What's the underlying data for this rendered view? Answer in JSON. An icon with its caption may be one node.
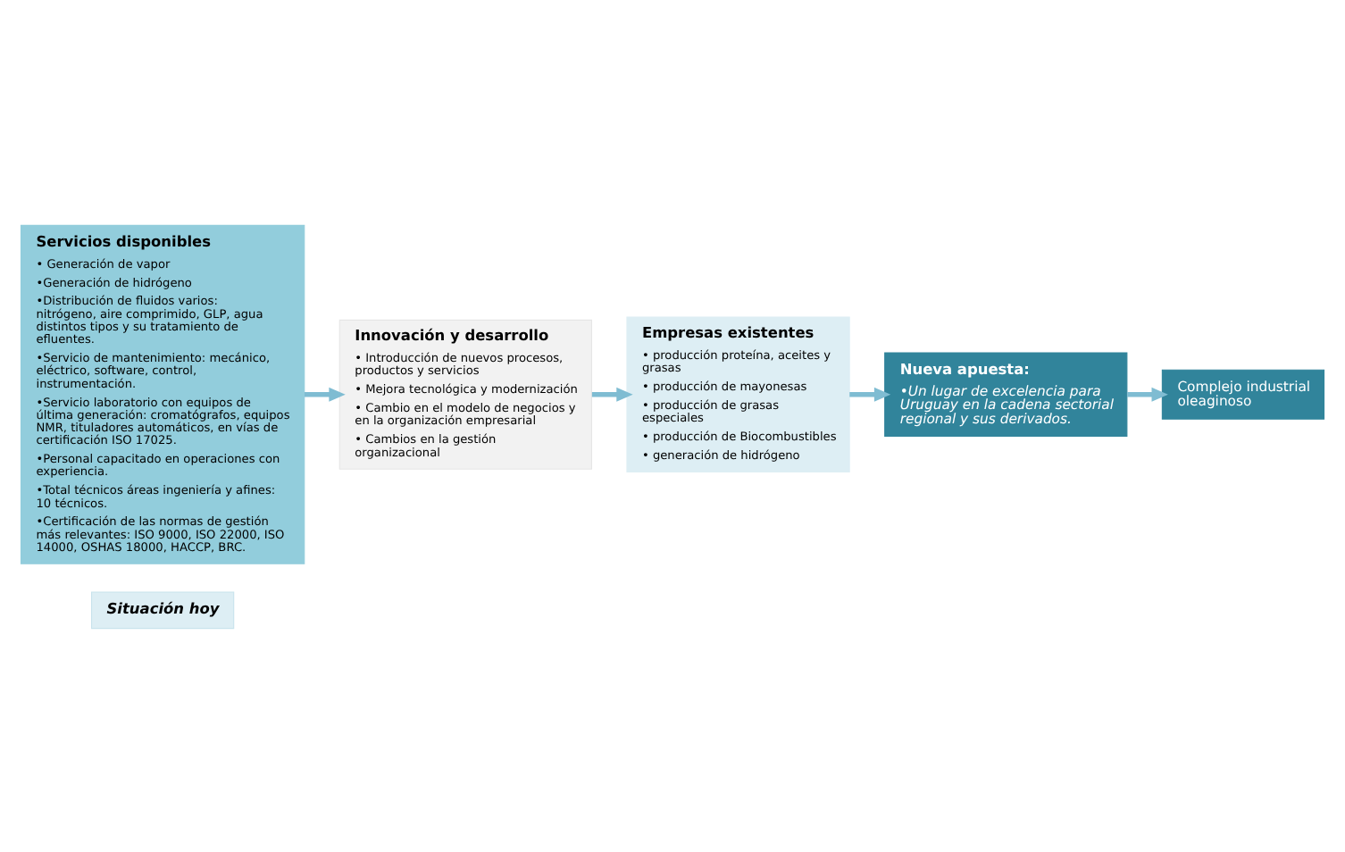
{
  "diagram": {
    "nodes": [
      {
        "text": [
          "Situación hoy"
        ]
      },
      {
        "text": [
          "Servicios disponibles",
          "• Generación de vapor",
          "•Generación de hidrógeno",
          "•Distribución de fluidos varios: nitrógeno, aire comprimido, GLP, agua distintos tipos y su tratamiento de efluentes.",
          "•Servicio de mantenimiento: mecánico, eléctrico, software, control, instrumentación.",
          "•Servicio laboratorio con equipos de última generación: cromatógrafos, equipos NMR, tituladores automáticos, en vías de certificación ISO 17025.",
          "•Personal capacitado en operaciones con experiencia.",
          "•Total técnicos áreas ingeniería y afines: 10 técnicos.",
          "•Certificación de las normas de gestión más relevantes: ISO 9000, ISO 22000, ISO 14000, OSHAS 18000, HACCP, BRC."
        ]
      },
      {
        "text": [
          "Innovación y desarrollo",
          "• Introducción de nuevos procesos, productos y servicios",
          "• Mejora tecnológica y modernización",
          "• Cambio en el modelo de negocios y en la organización empresarial",
          "• Cambios en la gestión organizacional"
        ]
      },
      {
        "text": [
          "Empresas existentes",
          "• producción proteína, aceites y grasas",
          "• producción de mayonesas",
          "• producción de grasas especiales",
          "• producción de Biocombustibles",
          "• generación de hidrógeno"
        ]
      },
      {
        "text": [
          "Nueva apuesta:",
          "•Un lugar de excelencia para Uruguay en la cadena sectorial regional y sus derivados."
        ]
      },
      {
        "text": [
          "Complejo industrial oleaginoso"
        ]
      }
    ],
    "edges": [
      {
        "from": 1,
        "to": 2,
        "arrow": "to"
      },
      {
        "from": 2,
        "to": 3,
        "arrow": "to"
      },
      {
        "from": 3,
        "to": 4,
        "arrow": "to"
      },
      {
        "from": 4,
        "to": 5,
        "arrow": "to"
      }
    ]
  }
}
